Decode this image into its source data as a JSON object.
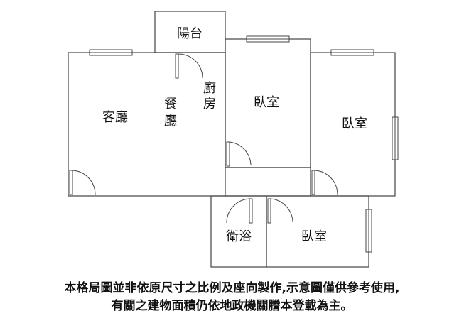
{
  "rooms": {
    "balcony": "陽台",
    "kitchen_1": "廚",
    "kitchen_2": "房",
    "dining_1": "餐",
    "dining_2": "廳",
    "living": "客廳",
    "bedroom_a": "臥室",
    "bedroom_b": "臥室",
    "bedroom_c": "臥室",
    "bathroom": "衛浴"
  },
  "disclaimer": {
    "line1": "本格局圖並非依原尺寸之比例及座向製作,示意圖僅供參考使用,",
    "line2": "有關之建物面積仍依地政機關謄本登載為主。"
  }
}
